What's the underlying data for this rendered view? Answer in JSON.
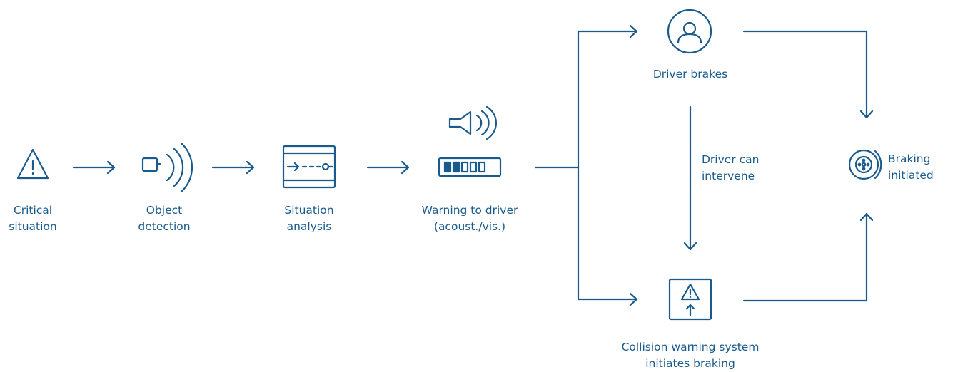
{
  "colors": {
    "line": "#1a5b8d",
    "text": "#1a5b8d",
    "background": "#ffffff"
  },
  "nodes": {
    "critical": {
      "line1": "Critical",
      "line2": "situation",
      "icon": "warning-triangle-icon"
    },
    "object": {
      "line1": "Object",
      "line2": "detection",
      "icon": "sensor-waves-icon"
    },
    "analysis": {
      "line1": "Situation",
      "line2": "analysis",
      "icon": "situation-analysis-icon"
    },
    "warning": {
      "line1": "Warning to driver",
      "line2": "(acoust./vis.)",
      "icon": "speaker-display-icon"
    },
    "driver": {
      "line1": "Driver brakes",
      "icon": "driver-person-icon"
    },
    "intervene": {
      "line1": "Driver can",
      "line2": "intervene"
    },
    "system": {
      "line1": "Collision warning system",
      "line2": "initiates braking",
      "icon": "collision-warning-icon"
    },
    "braking": {
      "line1": "Braking",
      "line2": "initiated",
      "icon": "brake-disc-icon"
    }
  }
}
